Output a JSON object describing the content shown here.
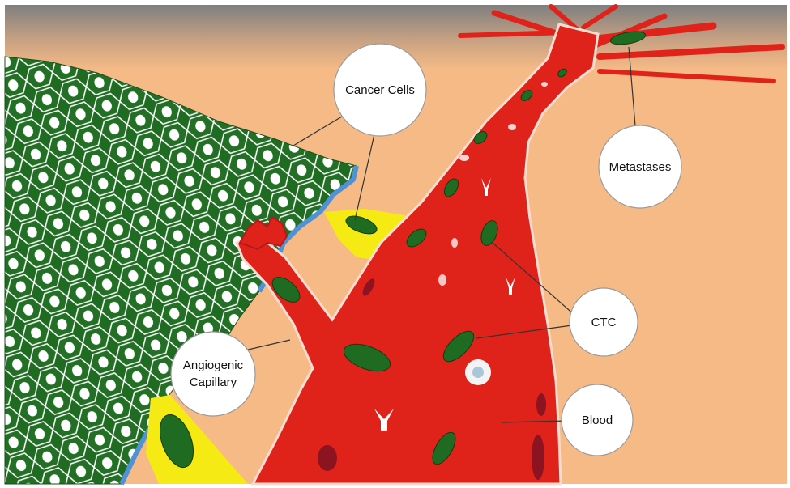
{
  "diagram": {
    "labels": {
      "cancer_cells": "Cancer Cells",
      "metastases": "Metastases",
      "ctc": "CTC",
      "angiogenic_line1": "Angiogenic",
      "angiogenic_line2": "Capillary",
      "blood": "Blood"
    },
    "colors": {
      "background": "#f6ba86",
      "tumor": "#1f6b22",
      "vessel": "#e0231a",
      "invasion": "#f5ea13",
      "tumor_edge": "#4f93d6",
      "label_fill": "#ffffff"
    }
  }
}
